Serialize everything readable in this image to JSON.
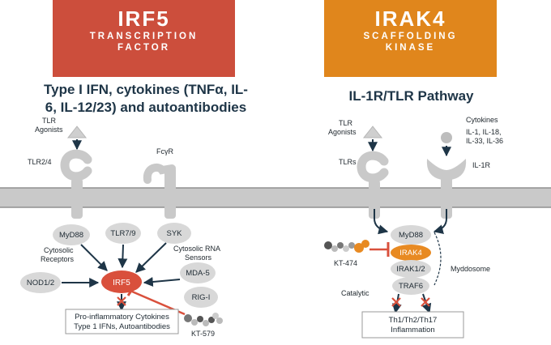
{
  "left": {
    "banner": {
      "title": "IRF5",
      "subtitle_line1": "TRANSCRIPTION",
      "subtitle_line2": "FACTOR",
      "color": "#cc4e3c"
    },
    "heading_line1": "Type I IFN, cytokines (TNFα, IL-",
    "heading_line2": "6, IL-12/23) and autoantibodies",
    "tlr_agonists_line1": "TLR",
    "tlr_agonists_line2": "Agonists",
    "tlr24": "TLR2/4",
    "fcyr": "FcγR",
    "myd88": "MyD88",
    "tlr79": "TLR7/9",
    "syk": "SYK",
    "cyto_receptors_line1": "Cytosolic",
    "cyto_receptors_line2": "Receptors",
    "cyto_rna_line1": "Cytosolic RNA",
    "cyto_rna_line2": "Sensors",
    "nod12": "NOD1/2",
    "irf5": "IRF5",
    "mda5": "MDA-5",
    "rigi": "RIG-I",
    "output_line1": "Pro-inflammatory Cytokines",
    "output_line2": "Type 1 IFNs, Autoantibodies",
    "degrader": "KT-579"
  },
  "right": {
    "banner": {
      "title": "IRAK4",
      "subtitle_line1": "SCAFFOLDING",
      "subtitle_line2": "KINASE",
      "color": "#e0861c"
    },
    "heading": "IL-1R/TLR Pathway",
    "tlr_agonists_line1": "TLR",
    "tlr_agonists_line2": "Agonists",
    "cytokines_line1": "Cytokines",
    "cytokines_line2": "IL-1, IL-18,",
    "cytokines_line3": "IL-33, IL-36",
    "tlrs": "TLRs",
    "il1r": "IL-1R",
    "myd88": "MyD88",
    "irak4": "IRAK4",
    "irak12": "IRAK1/2",
    "traf6": "TRAF6",
    "degrader": "KT-474",
    "myddosome": "Myddosome",
    "catalytic": "Catalytic",
    "output_line1": "Th1/Th2/Th17",
    "output_line2": "Inflammation"
  },
  "colors": {
    "navy": "#1e3547",
    "membrane": "#c9c9c9",
    "node": "#d8d8d8",
    "irf5_node": "#d9503c",
    "irak4_node": "#e88a22",
    "inhibit": "#d9503c"
  }
}
